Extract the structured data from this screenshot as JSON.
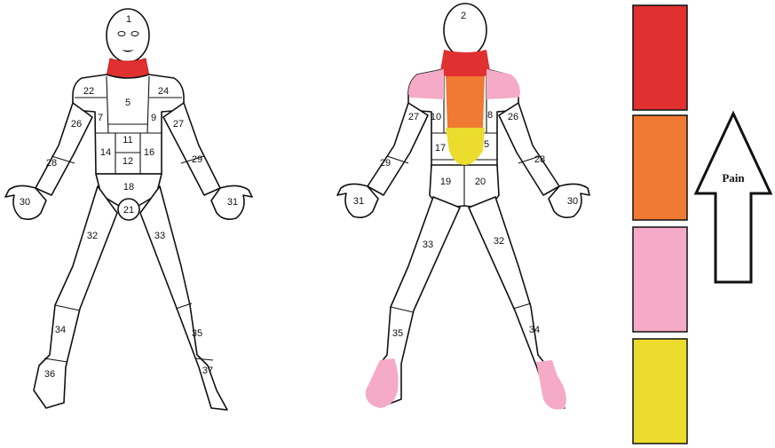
{
  "colors": {
    "level_1": "#e03030",
    "level_2": "#f07a32",
    "level_3": "#f5aac8",
    "level_4": "#ebdc2e"
  },
  "arrow_label": "Pain",
  "front_labels": {
    "head": "1",
    "r22": "22",
    "r5": "5",
    "r24": "24",
    "r26": "26",
    "r7": "7",
    "r9": "9",
    "r27": "27",
    "r11": "11",
    "r14": "14",
    "r12": "12",
    "r16": "16",
    "r28": "28",
    "r29": "29",
    "r18": "18",
    "r30": "30",
    "r31": "31",
    "r21": "21",
    "r32": "32",
    "r33": "33",
    "r34": "34",
    "r35": "35",
    "r36": "36",
    "r37": "37"
  },
  "back_labels": {
    "head": "2",
    "r27": "27",
    "r10": "10",
    "r8": "8",
    "r26": "26",
    "r17": "17",
    "r5": "5",
    "r29": "29",
    "r28": "28",
    "r19": "19",
    "r20": "20",
    "r31": "31",
    "r30": "30",
    "r33": "33",
    "r32": "32",
    "r35": "35",
    "r34": "34"
  }
}
